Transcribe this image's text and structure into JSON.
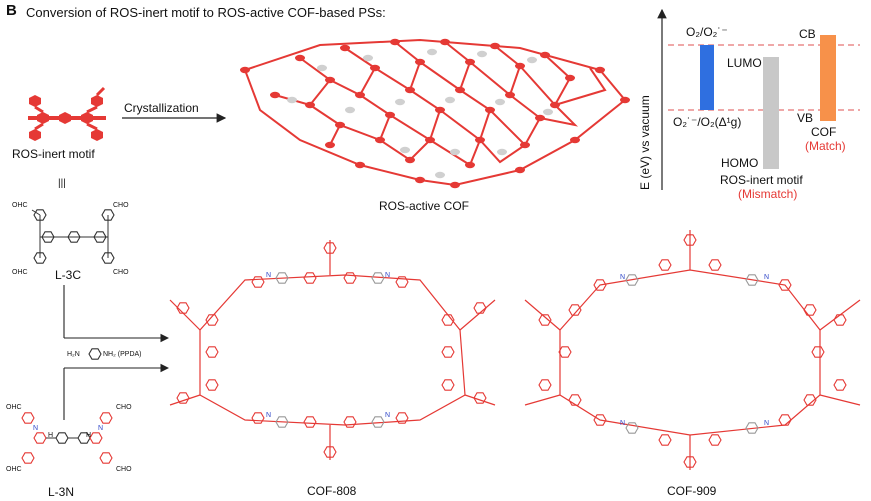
{
  "panel_letter": "B",
  "heading": "Conversion of ROS-inert motif to ROS-active COF-based PSs:",
  "motif": {
    "label": "ROS-inert motif",
    "equiv_symbol": "|||"
  },
  "arrow_label": "Crystallization",
  "cof_sheet_label": "ROS-active COF",
  "energy_diagram": {
    "y_axis_label": "E (eV) vs vacuum",
    "o2_couple": "O₂/O₂˙⁻",
    "singlet_couple": "O₂˙⁻/O₂(Δ¹g)",
    "lumo": "LUMO",
    "homo": "HOMO",
    "inert_label": "ROS-inert motif",
    "inert_status": "(Mismatch)",
    "cb": "CB",
    "vb": "VB",
    "cof_label": "COF",
    "cof_status": "(Match)",
    "colors": {
      "o2_bar": "#2f6fe0",
      "inert_bar": "#c8c8c8",
      "cof_bar": "#f7914a",
      "dash": "#e57373",
      "status": "#e53935"
    }
  },
  "monomers": {
    "l3c": {
      "name": "L-3C",
      "group": "CHO",
      "group_left": "OHC"
    },
    "l3n": {
      "name": "L-3N",
      "group": "CHO",
      "group_left": "OHC",
      "h": "H",
      "n": "N"
    },
    "linker": "H₂N–C₆H₄–NH₂ (PPDA)",
    "linker_left": "H₂N",
    "linker_right": "NH₂ (PPDA)"
  },
  "products": {
    "cof808": "COF-808",
    "cof909": "COF-909",
    "imine_n": "N"
  }
}
